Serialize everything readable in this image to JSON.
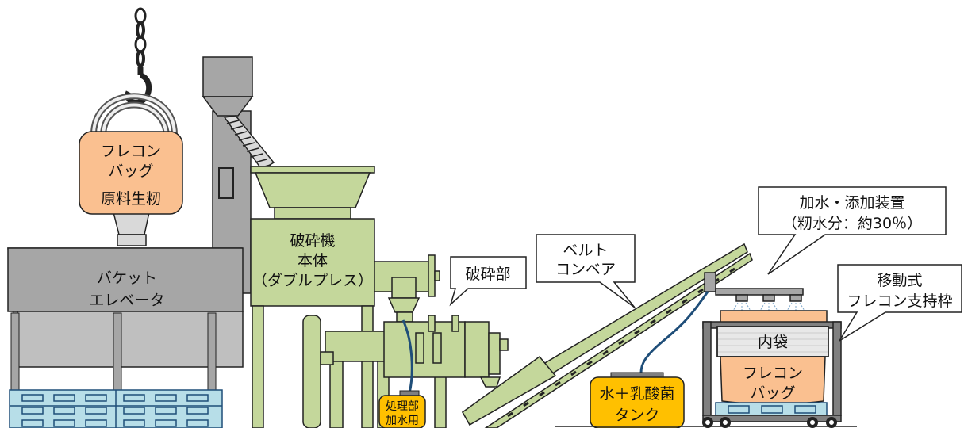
{
  "bag_top": {
    "line1": "フレコン",
    "line2": "バッグ",
    "line3": "原料生籾"
  },
  "elevator": {
    "line1": "バケット",
    "line2": "エレベータ"
  },
  "crusher": {
    "line1": "破砕機",
    "line2": "本体",
    "line3": "（ダブルプレス）"
  },
  "crush_part": {
    "label": "破砕部"
  },
  "conveyor": {
    "line1": "ベルト",
    "line2": "コンベア"
  },
  "water_small": {
    "line1": "処理部",
    "line2": "加水用"
  },
  "tank": {
    "line1": "水＋乳酸菌",
    "line2": "タンク"
  },
  "adder": {
    "line1": "加水・添加装置",
    "line2": "（籾水分：約30％）"
  },
  "frame": {
    "line1": "移動式",
    "line2": "フレコン支持枠"
  },
  "inner_bag": {
    "label": "内袋"
  },
  "bag_bottom": {
    "line1": "フレコン",
    "line2": "バッグ"
  },
  "colors": {
    "green": "#c4d79b",
    "gray": "#a6a6a6",
    "orange": "#fac090",
    "yellow": "#ffc000",
    "blue": "#b7dee8"
  }
}
